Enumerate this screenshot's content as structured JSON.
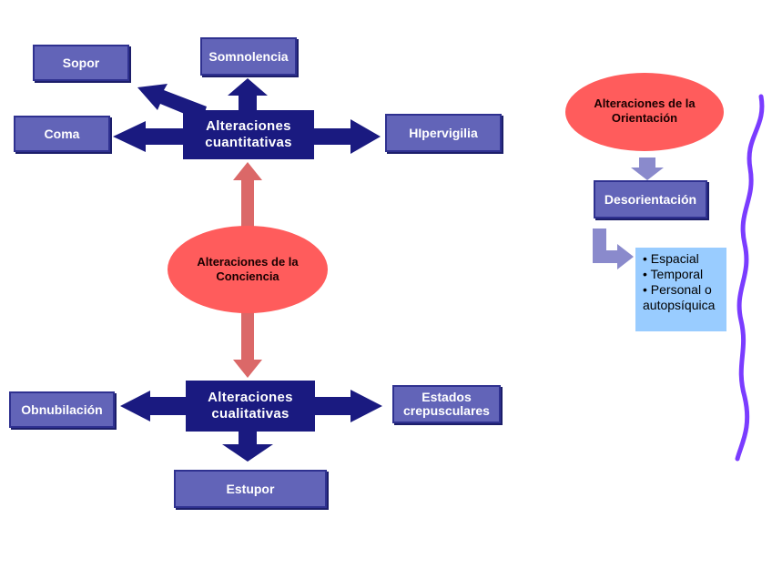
{
  "conciencia": {
    "center": "Alteraciones de la Conciencia",
    "cuantitativas": {
      "label": "Alteraciones cuantitativas",
      "items": [
        "Sopor",
        "Somnolencia",
        "Coma",
        "HIpervigilia"
      ]
    },
    "cualitativas": {
      "label": "Alteraciones cualitativas",
      "items": [
        "Obnubilación",
        "Estados crepusculares",
        "Estupor"
      ]
    }
  },
  "orientacion": {
    "center": "Alteraciones de la Orientación",
    "result": "Desorientación",
    "types": [
      "Espacial",
      "Temporal",
      "Personal o autopsíquica"
    ]
  },
  "colors": {
    "box_fill": "#6264b8",
    "arrow_navy": "#1a1a80",
    "ellipse_red": "#ff5c5c",
    "connector_red": "#d96060",
    "list_blue": "#99ccff",
    "wave_purple": "#7a3cff"
  }
}
